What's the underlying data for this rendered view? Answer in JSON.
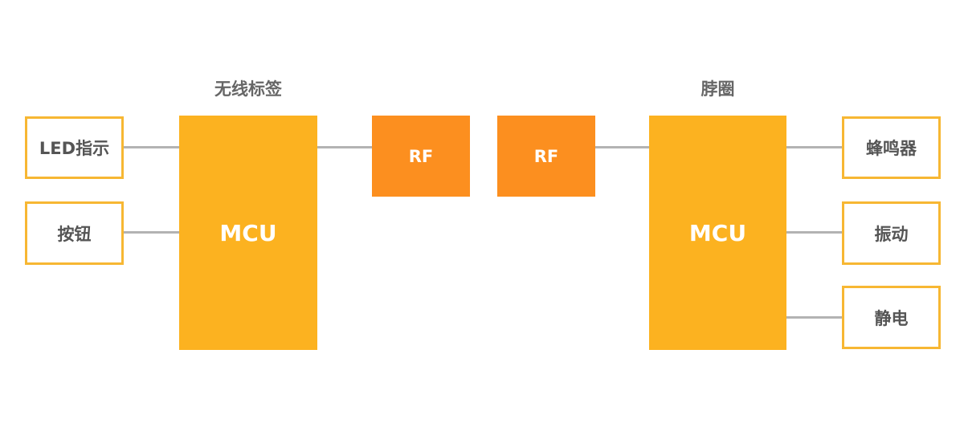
{
  "colors": {
    "mcu_fill": "#fcb220",
    "rf_fill": "#fc8f1f",
    "peripheral_border": "#f7b733",
    "connector": "#b3b3b3",
    "title_text": "#666666"
  },
  "tag": {
    "title": "无线标签",
    "mcu_label": "MCU",
    "rf_label": "RF",
    "peripherals": [
      "LED指示",
      "按钮"
    ]
  },
  "collar": {
    "title": "脖圈",
    "mcu_label": "MCU",
    "rf_label": "RF",
    "peripherals": [
      "蜂鸣器",
      "振动",
      "静电"
    ]
  }
}
